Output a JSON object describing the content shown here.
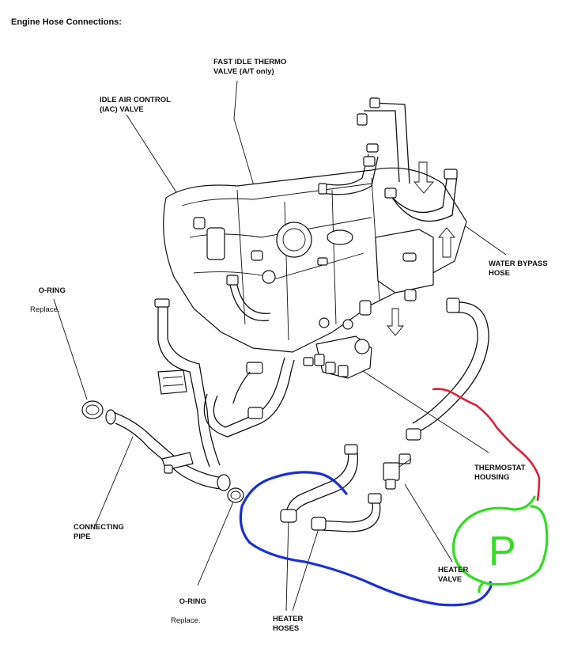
{
  "title": "Engine Hose Connections:",
  "labels": {
    "fast_idle": "FAST IDLE THERMO\nVALVE (A/T only)",
    "iac": "IDLE AIR CONTROL\n(IAC) VALVE",
    "oring_top": "O-RING",
    "oring_top_note": "Replace.",
    "water_bypass": "WATER BYPASS\nHOSE",
    "thermostat": "THERMOSTAT\nHOUSING",
    "connecting_pipe": "CONNECTING\nPIPE",
    "heater_valve": "HEATER\nVALVE",
    "oring_bottom": "O-RING",
    "oring_bottom_note": "Replace.",
    "heater_hoses": "HEATER\nHOSES"
  },
  "annotations": {
    "handwritten_letter": "P",
    "colors": {
      "blue_loop": "#1a2fd6",
      "red_line": "#e0203a",
      "green_circle": "#33dd22"
    }
  }
}
